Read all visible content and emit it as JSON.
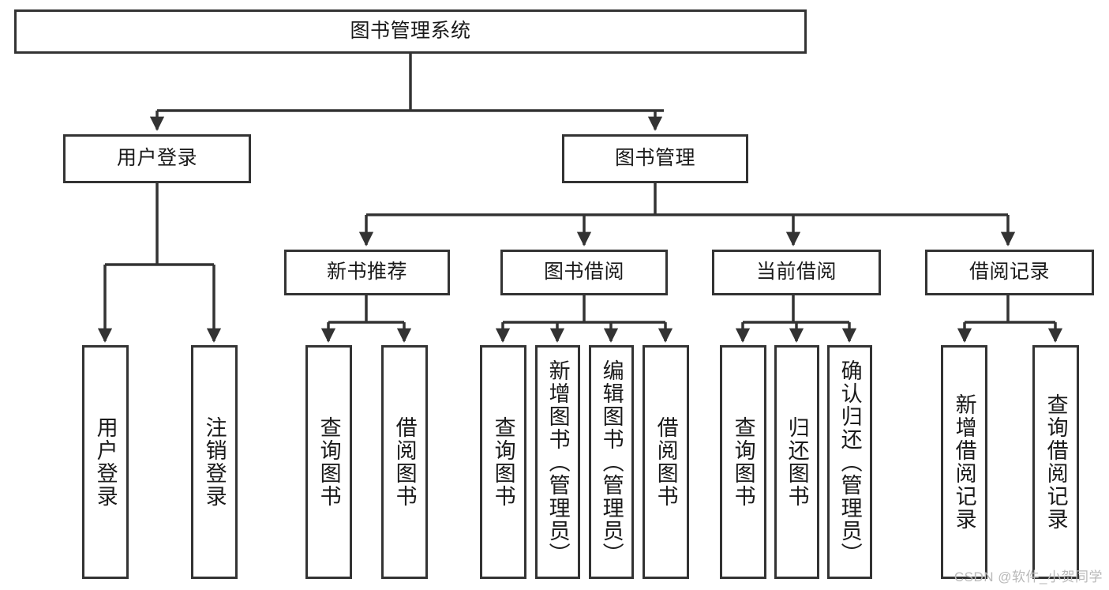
{
  "diagram": {
    "title": "图书管理系统",
    "type": "hierarchy-tree",
    "watermark": "CSDN @软件_小贺同学",
    "colors": {
      "stroke": "#333333",
      "fill": "#ffffff",
      "text": "#1a1a1a",
      "watermark": "#b9b9b9"
    },
    "root": {
      "id": "root",
      "label": "图书管理系统",
      "orientation": "horizontal"
    },
    "level2": [
      {
        "id": "user-login",
        "label": "用户登录",
        "orientation": "horizontal"
      },
      {
        "id": "book-manage",
        "label": "图书管理",
        "orientation": "horizontal"
      }
    ],
    "level3": [
      {
        "id": "new-book-recommend",
        "label": "新书推荐",
        "orientation": "horizontal",
        "parent": "book-manage"
      },
      {
        "id": "book-borrow",
        "label": "图书借阅",
        "orientation": "horizontal",
        "parent": "book-manage"
      },
      {
        "id": "current-borrow",
        "label": "当前借阅",
        "orientation": "horizontal",
        "parent": "book-manage"
      },
      {
        "id": "borrow-record",
        "label": "借阅记录",
        "orientation": "horizontal",
        "parent": "book-manage"
      }
    ],
    "leaves": [
      {
        "id": "leaf-user-login",
        "label": "用户登录",
        "orientation": "vertical",
        "parent": "user-login"
      },
      {
        "id": "leaf-logout-login",
        "label": "注销登录",
        "orientation": "vertical",
        "parent": "user-login"
      },
      {
        "id": "leaf-query-book-1",
        "label": "查询图书",
        "orientation": "vertical",
        "parent": "new-book-recommend"
      },
      {
        "id": "leaf-borrow-book-1",
        "label": "借阅图书",
        "orientation": "vertical",
        "parent": "new-book-recommend"
      },
      {
        "id": "leaf-query-book-2",
        "label": "查询图书",
        "orientation": "vertical",
        "parent": "book-borrow"
      },
      {
        "id": "leaf-add-book",
        "label": "新增图书（管理员）",
        "orientation": "vertical",
        "parent": "book-borrow"
      },
      {
        "id": "leaf-edit-book",
        "label": "编辑图书（管理员）",
        "orientation": "vertical",
        "parent": "book-borrow"
      },
      {
        "id": "leaf-borrow-book-2",
        "label": "借阅图书",
        "orientation": "vertical",
        "parent": "book-borrow"
      },
      {
        "id": "leaf-query-book-3",
        "label": "查询图书",
        "orientation": "vertical",
        "parent": "current-borrow"
      },
      {
        "id": "leaf-return-book",
        "label": "归还图书",
        "orientation": "vertical",
        "parent": "current-borrow"
      },
      {
        "id": "leaf-confirm-return",
        "label": "确认归还（管理员）",
        "orientation": "vertical",
        "parent": "current-borrow"
      },
      {
        "id": "leaf-add-record",
        "label": "新增借阅记录",
        "orientation": "vertical",
        "parent": "borrow-record"
      },
      {
        "id": "leaf-query-record",
        "label": "查询借阅记录",
        "orientation": "vertical",
        "parent": "borrow-record"
      }
    ]
  }
}
